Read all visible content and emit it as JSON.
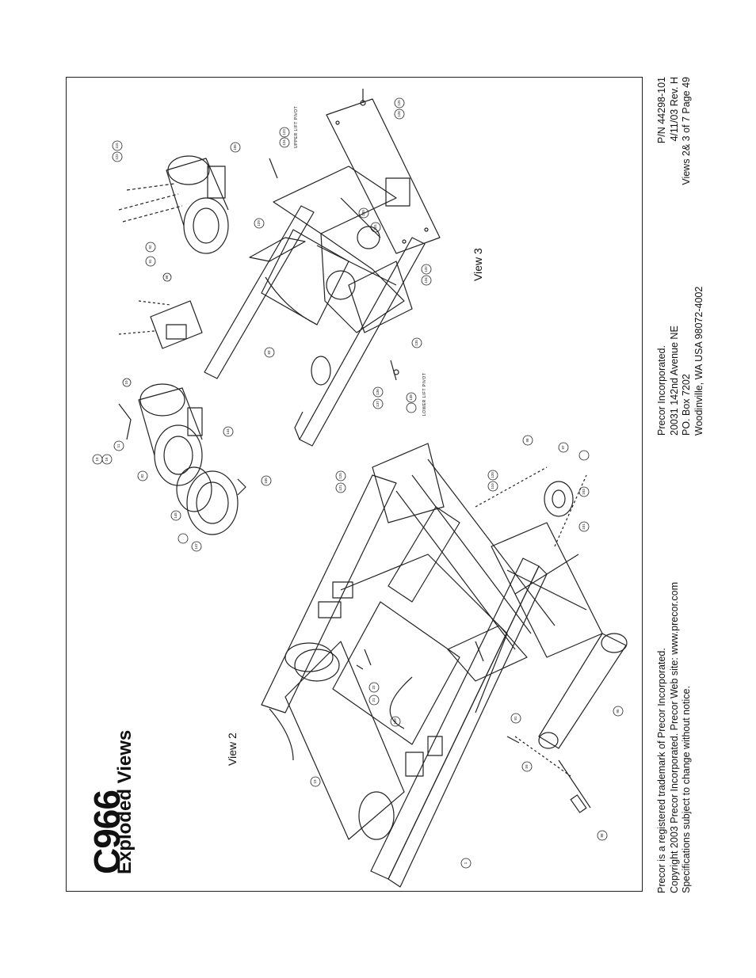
{
  "header": {
    "model": "C966",
    "subtitle": "Exploded Views"
  },
  "views": {
    "view2_label": "View 2",
    "view3_label": "View 3"
  },
  "callouts": {
    "view2": [
      "1",
      "19",
      "21",
      "22",
      "59",
      "81",
      "88",
      "95",
      "97",
      "98",
      "101",
      "103",
      "105",
      "110",
      "120",
      "121",
      "125",
      "128",
      "144",
      "145",
      "147"
    ],
    "view3": [
      "10",
      "11",
      "16",
      "19",
      "82",
      "83",
      "88",
      "91",
      "92",
      "105",
      "115",
      "122",
      "123",
      "124",
      "125",
      "126",
      "129",
      "130",
      "131",
      "132",
      "134",
      "135",
      "136",
      "137",
      "138"
    ]
  },
  "callout_labels": {
    "upper_lift_pivot": "UPPER LIFT PIVOT",
    "lower_lift_pivot": "LOWER LIFT PIVOT"
  },
  "footer": {
    "trademark_lines": [
      "Precor is a registered trademark of Precor Incorporated.",
      "Copyright 2003 Precor Incorporated. Precor Web site: www.precor.com",
      "Specifications subject to change without notice."
    ],
    "address_lines": [
      "Precor Incorporated.",
      "20031 142nd Avenue NE",
      "PO. Box 7202",
      "Woodinville, WA     USA 98072-4002"
    ],
    "doc_lines": [
      "P/N 44298-101",
      "4/11/03  Rev. H",
      "Views 2& 3 of 7  Page 49"
    ]
  }
}
